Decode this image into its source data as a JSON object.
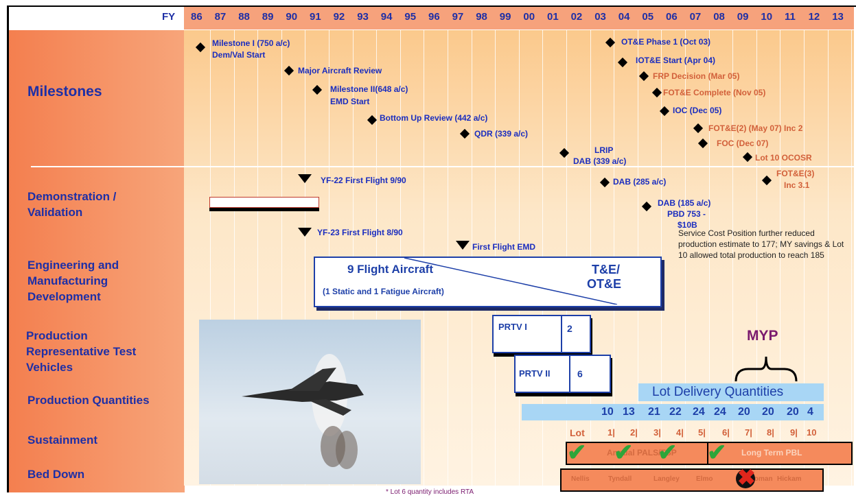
{
  "header": {
    "fy_label": "FY",
    "years": [
      "86",
      "87",
      "88",
      "89",
      "90",
      "91",
      "92",
      "93",
      "94",
      "95",
      "96",
      "97",
      "98",
      "99",
      "00",
      "01",
      "02",
      "03",
      "04",
      "05",
      "06",
      "07",
      "08",
      "09",
      "10",
      "11",
      "12",
      "13"
    ]
  },
  "row_labels": {
    "milestones": "Milestones",
    "dem_val": "Demonstration / Validation",
    "emd": "Engineering and Manufacturing Development",
    "prtv": "Production Representative Test Vehicles",
    "prod_qty": "Production Quantities",
    "sustainment": "Sustainment",
    "bed_down": "Bed Down"
  },
  "milestones": {
    "m1": "Milestone I (750 a/c)",
    "m1b": "Dem/Val Start",
    "mar": "Major Aircraft Review",
    "m2": "Milestone II(648 a/c)",
    "m2b": "EMD Start",
    "bur": "Bottom Up Review (442 a/c)",
    "qdr": "QDR (339 a/c)",
    "lrip": "LRIP",
    "dab339": "DAB (339 a/c)",
    "ote1": "OT&E Phase 1 (Oct 03)",
    "iote": "IOT&E Start (Apr 04)",
    "frp": "FRP Decision (Mar 05)",
    "fote": "FOT&E Complete (Nov 05)",
    "ioc": "IOC (Dec 05)",
    "fote2": "FOT&E(2) (May 07) Inc 2",
    "foc": "FOC (Dec 07)",
    "lot10": "Lot 10 OCOSR",
    "fote3": "FOT&E(3)",
    "fote3b": "Inc 3.1",
    "dab285": "DAB (285 a/c)",
    "dab185": "DAB (185 a/c)",
    "pbd1": "PBD 753 -",
    "pbd2": "$10B"
  },
  "flights": {
    "yf22": "YF-22 First Flight 9/90",
    "yf23": "YF-23 First Flight 8/90",
    "emd": "First Flight EMD"
  },
  "note": "Service Cost Position further reduced production estimate to 177; MY savings & Lot 10 allowed total production to reach 185",
  "emd_box": {
    "left_title": "9 Flight Aircraft",
    "left_sub": "(1 Static and 1 Fatigue Aircraft)",
    "right_title1": "T&E/",
    "right_title2": "OT&E"
  },
  "prtv": {
    "p1": "PRTV I",
    "p1n": "2",
    "p2": "PRTV II",
    "p2n": "6"
  },
  "myp": "MYP",
  "lot_delivery": {
    "title": "Lot Delivery Quantities",
    "quantities": [
      "10",
      "13",
      "21",
      "22",
      "24",
      "24",
      "20",
      "20",
      "20",
      "4"
    ],
    "lot_label": "Lot",
    "lots": [
      "1",
      "2",
      "3",
      "4",
      "5",
      "6",
      "7",
      "8",
      "9",
      "10"
    ]
  },
  "sustainment": {
    "annual": "Annual PALS/FSP",
    "pbl": "Long Term PBL"
  },
  "bed_down": [
    "Nellis",
    "Tyndall",
    "Langley",
    "Elmo",
    "Holloman",
    "Hickam"
  ],
  "footnote": "* Lot 6 quantity includes RTA",
  "colors": {
    "header_bar": "#f4a27a",
    "left_panel": "#f58a5c",
    "gantt_bg": "#fde2bd",
    "text_blue": "#1e2fa6",
    "text_orange": "#d2603a",
    "check_green": "#2ea53a"
  },
  "icons": [
    "diamond-icon",
    "triangle-down-icon",
    "check-icon",
    "x-mark-icon"
  ]
}
